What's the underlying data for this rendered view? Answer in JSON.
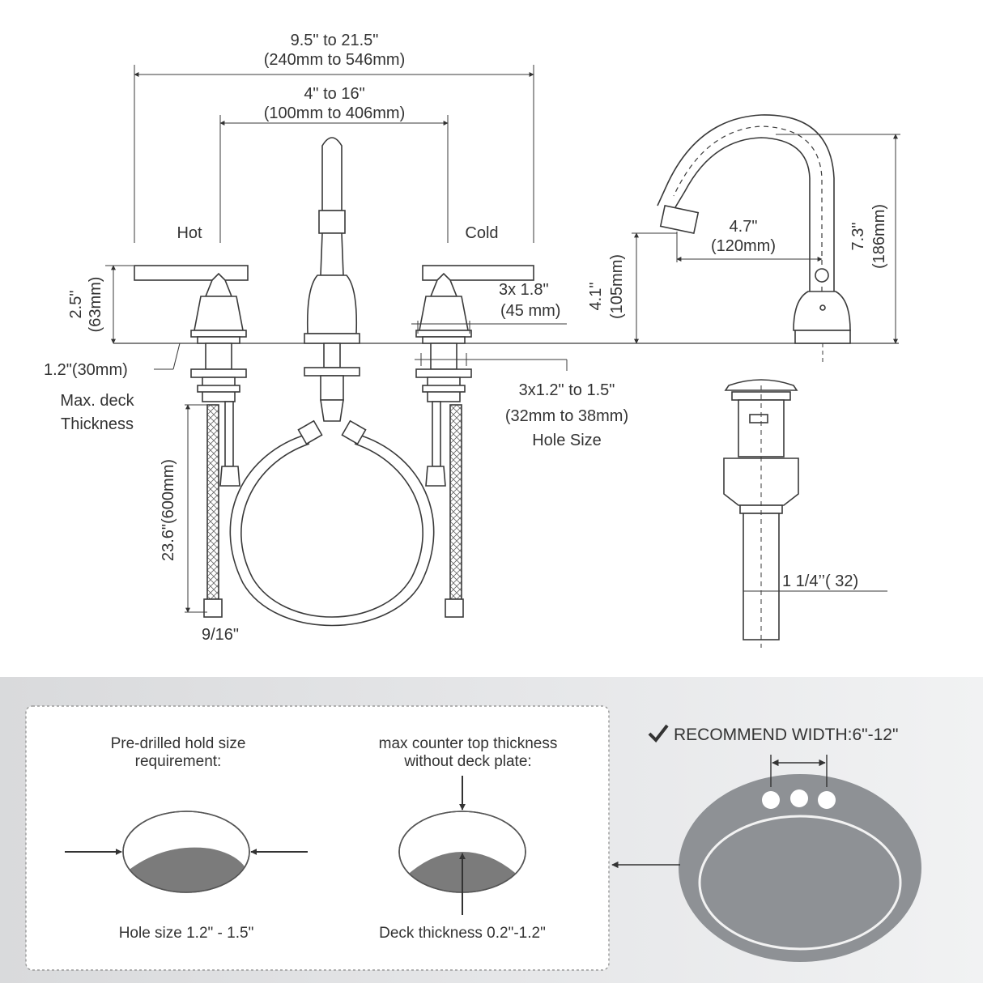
{
  "faucet": {
    "overall_width": {
      "line1": "9.5\" to 21.5\"",
      "line2": "(240mm to 546mm)"
    },
    "handle_spread": {
      "line1": "4\" to 16\"",
      "line2": "(100mm to 406mm)"
    },
    "hot_label": "Hot",
    "cold_label": "Cold",
    "handle_height": {
      "line1": "2.5\"",
      "line2": "(63mm)"
    },
    "handle_base": {
      "line1": "3x 1.8\"",
      "line2": "(45 mm)"
    },
    "deck_thickness": {
      "value": "1.2\"(30mm)",
      "line1": "Max. deck",
      "line2": "Thickness"
    },
    "hole_size": {
      "line1": "3x1.2\" to 1.5\"",
      "line2": "(32mm to 38mm)",
      "line3": "Hole Size"
    },
    "hose_length": "23.6\"(600mm)",
    "connector": "9/16\"",
    "spout_reach": {
      "line1": "4.7\"",
      "line2": "(120mm)"
    },
    "spout_height": {
      "line1": "4.1\"",
      "line2": "(105mm)"
    },
    "total_height": {
      "line1": "7.3\"",
      "line2": "(186mm)"
    },
    "drain_size": "1 1/4’’( 32)"
  },
  "info_panel": {
    "hole_req": {
      "line1": "Pre-drilled hold size",
      "line2": "requirement:",
      "caption": "Hole size 1.2\" - 1.5\""
    },
    "counter": {
      "line1": "max counter top thickness",
      "line2": "without deck plate:",
      "caption": "Deck thickness 0.2\"-1.2\""
    },
    "recommend": "RECOMMEND WIDTH:6\"-12\""
  },
  "colors": {
    "line": "#3a3a3a",
    "panel_bg": "#e2e3e5",
    "sink": "#8e9195",
    "hole_fill": "#7b7b7b"
  }
}
